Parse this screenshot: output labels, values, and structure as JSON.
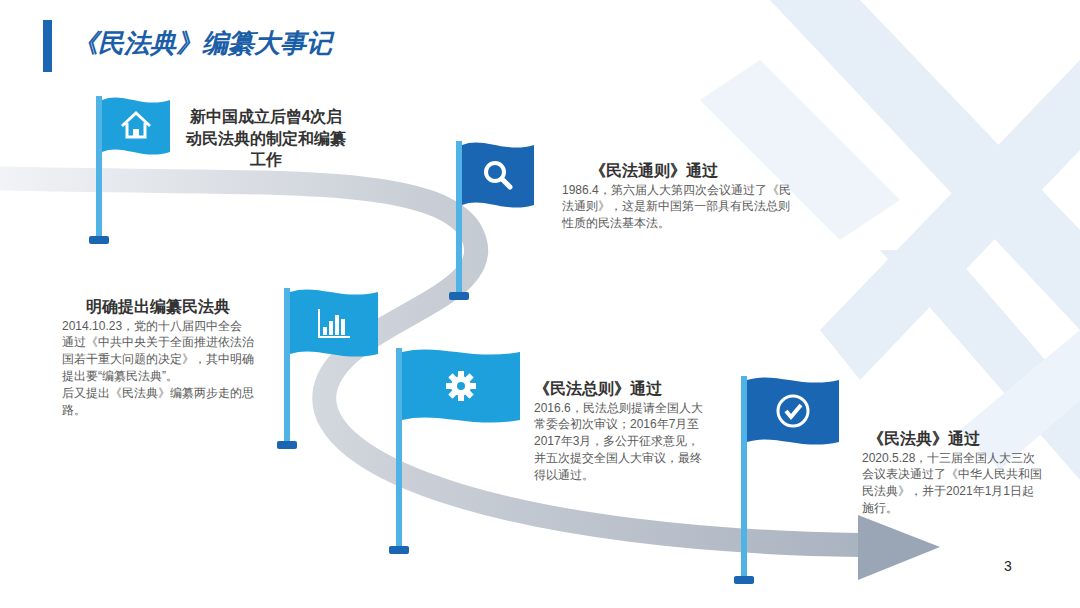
{
  "diagram": {
    "title": "《民法典》编纂大事记",
    "nodes": [
      {
        "text": [
          "新中国成立后曾4次启动民法典的制定和编纂工作"
        ]
      },
      {
        "text": [
          "《民法通则》通过",
          "1986.4，第六届人大第四次会议通过了《民法通则》，这是新中国第一部具有民法总则性质的民法基本法。"
        ]
      },
      {
        "text": [
          "明确提出编纂民法典",
          "2014.10.23，党的十八届四中全会通过《中共中央关于全面推进依法治国若干重大问题的决定》，其中明确提出要“编纂民法典”。",
          "后又提出《民法典》编纂两步走的思路。"
        ]
      },
      {
        "text": [
          "《民法总则》通过",
          "2016.6，民法总则提请全国人大常委会初次审议；2016年7月至2017年3月，多公开征求意见，并五次提交全国人大审议，最终得以通过。"
        ]
      },
      {
        "text": [
          "《民法典》通过",
          "2020.5.28，十三届全国人大三次会议表决通过了《中华人民共和国民法典》，并于2021年1月1日起施行。"
        ]
      }
    ],
    "labels": [
      "3"
    ]
  }
}
